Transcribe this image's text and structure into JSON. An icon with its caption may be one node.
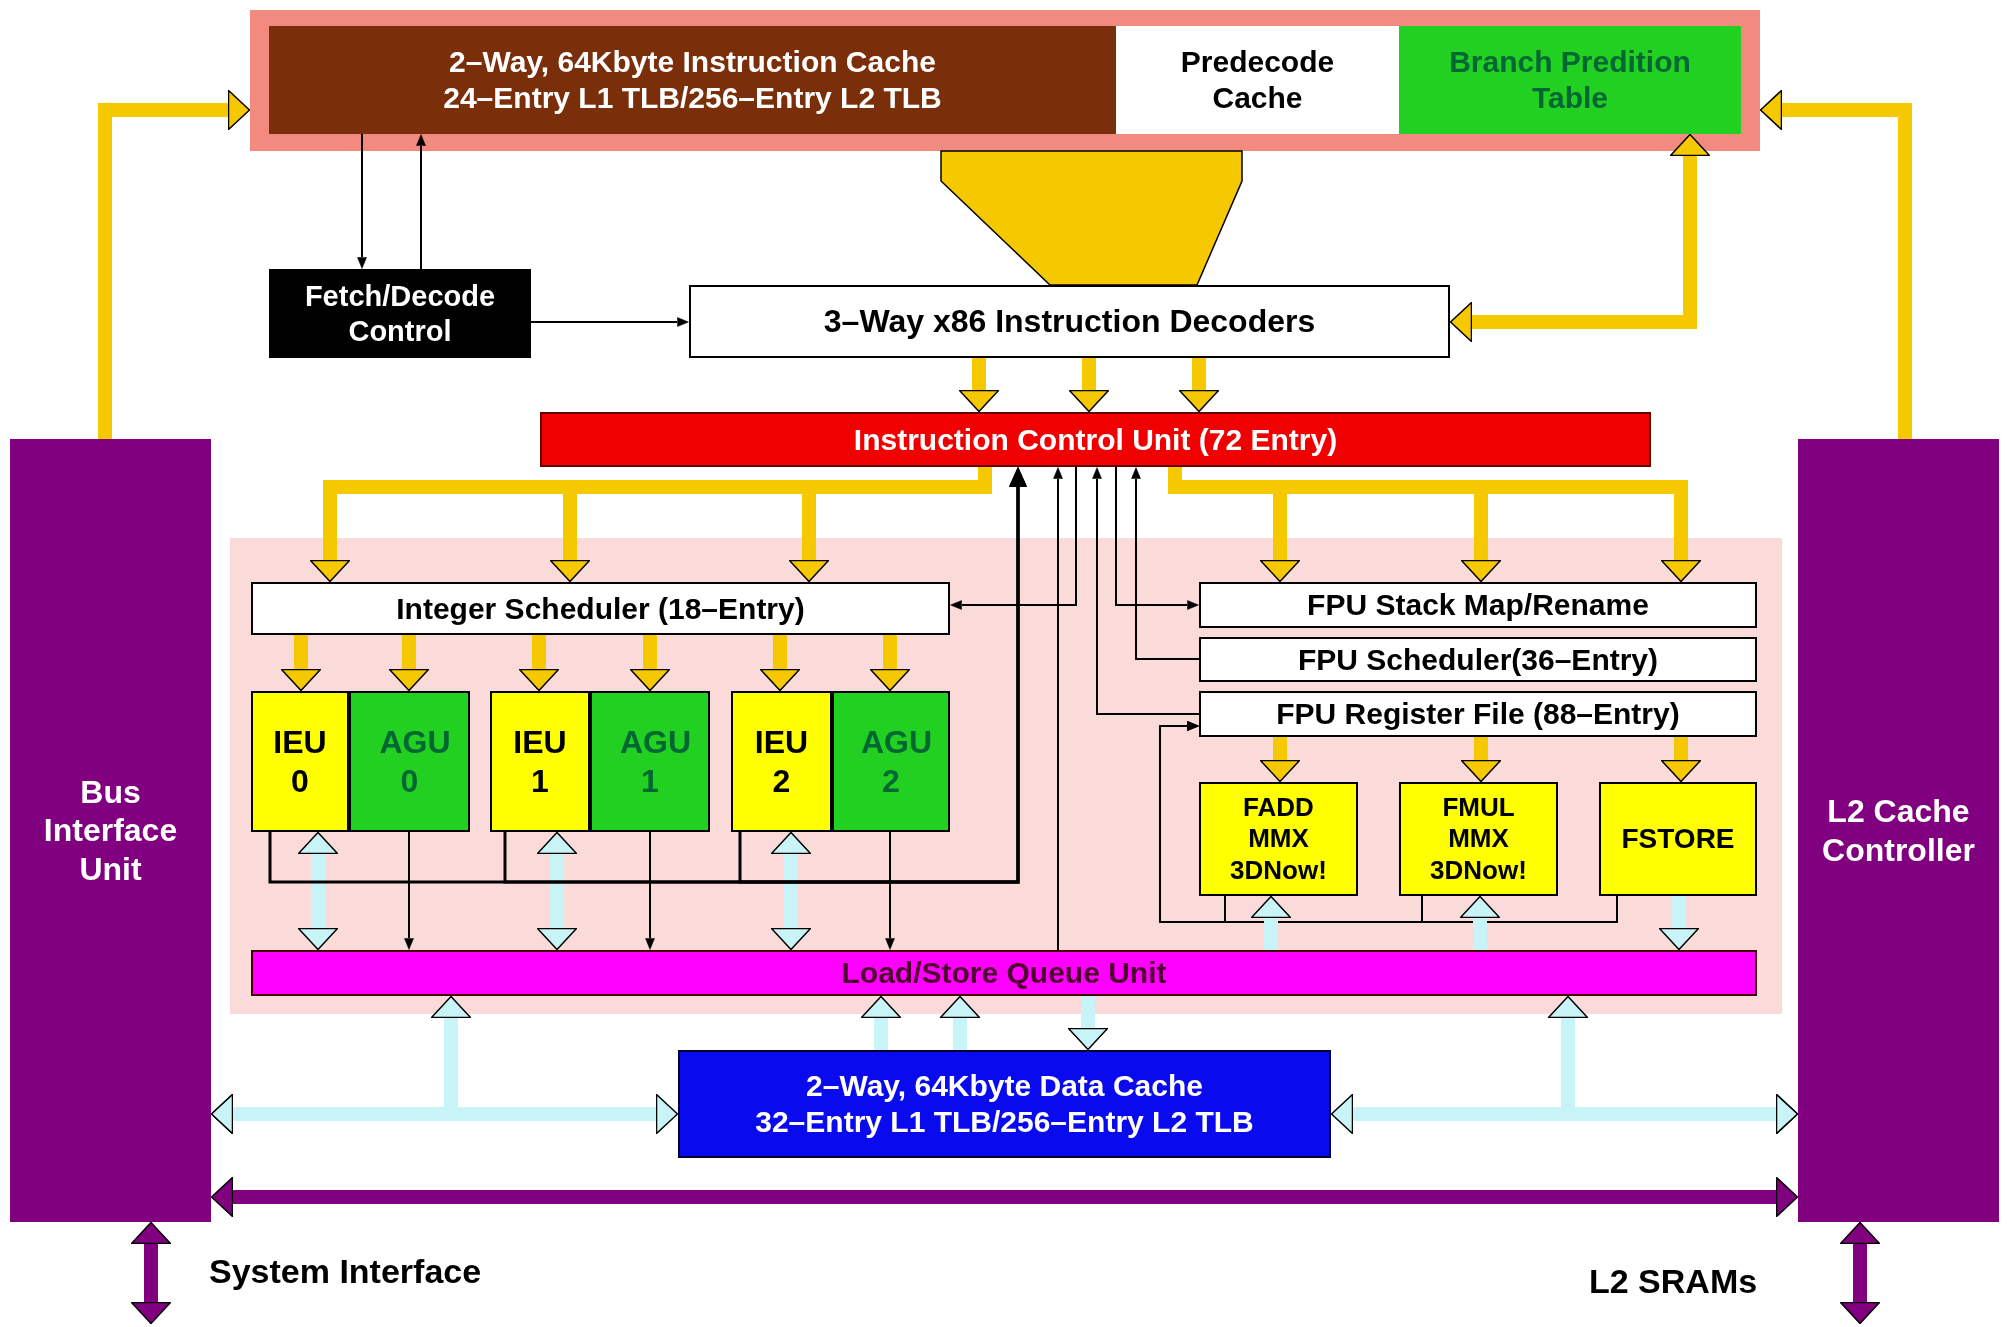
{
  "diagram": {
    "nodes": [
      {
        "text": [],
        "shape": "box"
      },
      {
        "text": [
          "2–Way, 64Kbyte Instruction Cache",
          "24–Entry L1 TLB/256–Entry L2 TLB"
        ],
        "in": 0
      },
      {
        "text": [
          "Predecode Cache"
        ],
        "in": 0
      },
      {
        "text": [
          "Branch Predition Table"
        ],
        "in": 0
      },
      {
        "text": [
          "Fetch/Decode Control"
        ]
      },
      {
        "text": [
          "3–Way x86 Instruction Decoders"
        ]
      },
      {
        "text": [
          "Instruction Control Unit (72 Entry)"
        ]
      },
      {
        "text": [],
        "shape": "box"
      },
      {
        "text": [
          "Integer Scheduler (18–Entry)"
        ],
        "in": 7
      },
      {
        "text": [
          "IEU 0"
        ],
        "in": 7
      },
      {
        "text": [
          "AGU 0"
        ],
        "in": 7
      },
      {
        "text": [
          "IEU 1"
        ],
        "in": 7
      },
      {
        "text": [
          "AGU 1"
        ],
        "in": 7
      },
      {
        "text": [
          "IEU 2"
        ],
        "in": 7
      },
      {
        "text": [
          "AGU 2"
        ],
        "in": 7
      },
      {
        "text": [
          "FPU Stack Map/Rename"
        ],
        "in": 7
      },
      {
        "text": [
          "FPU Scheduler(36–Entry)"
        ],
        "in": 7
      },
      {
        "text": [
          "FPU Register File (88–Entry)"
        ],
        "in": 7
      },
      {
        "text": [
          "FADD MMX 3DNow!"
        ],
        "in": 7
      },
      {
        "text": [
          "FMUL MMX 3DNow!"
        ],
        "in": 7
      },
      {
        "text": [
          "FSTORE"
        ],
        "in": 7
      },
      {
        "text": [
          "Load/Store Queue Unit"
        ],
        "in": 7
      },
      {
        "text": [
          "2–Way, 64Kbyte Data Cache",
          "32–Entry L1 TLB/256–Entry L2 TLB"
        ]
      },
      {
        "text": [
          "Bus Interface Unit"
        ]
      },
      {
        "text": [
          "L2 Cache Controller"
        ]
      }
    ],
    "edges": [
      {
        "from": 23,
        "to": 0,
        "arrow": "to"
      },
      {
        "from": 24,
        "to": 0,
        "arrow": "to"
      },
      {
        "from": 1,
        "to": 4,
        "arrow": "to",
        "color": "#000000"
      },
      {
        "from": 4,
        "to": 1,
        "arrow": "to",
        "color": "#000000"
      },
      {
        "from": 4,
        "to": 5,
        "arrow": "to",
        "color": "#000000"
      },
      {
        "from": 0,
        "to": 5,
        "arrow": "none"
      },
      {
        "from": 3,
        "to": 5,
        "arrow": "both"
      },
      {
        "from": 5,
        "to": 6,
        "arrow": "to"
      },
      {
        "from": 5,
        "to": 6,
        "arrow": "to"
      },
      {
        "from": 5,
        "to": 6,
        "arrow": "to"
      },
      {
        "from": 6,
        "to": 8,
        "arrow": "to"
      },
      {
        "from": 6,
        "to": 8,
        "arrow": "to"
      },
      {
        "from": 6,
        "to": 8,
        "arrow": "to"
      },
      {
        "from": 6,
        "to": 15,
        "arrow": "to"
      },
      {
        "from": 6,
        "to": 15,
        "arrow": "to"
      },
      {
        "from": 6,
        "to": 15,
        "arrow": "to"
      },
      {
        "from": 8,
        "to": 9,
        "arrow": "to"
      },
      {
        "from": 8,
        "to": 10,
        "arrow": "to"
      },
      {
        "from": 8,
        "to": 11,
        "arrow": "to"
      },
      {
        "from": 8,
        "to": 12,
        "arrow": "to"
      },
      {
        "from": 8,
        "to": 13,
        "arrow": "to"
      },
      {
        "from": 8,
        "to": 14,
        "arrow": "to"
      },
      {
        "from": 9,
        "to": 21,
        "arrow": "both",
        "color": "#c8f4f8"
      },
      {
        "from": 11,
        "to": 21,
        "arrow": "both",
        "color": "#c8f4f8"
      },
      {
        "from": 13,
        "to": 21,
        "arrow": "both",
        "color": "#c8f4f8"
      },
      {
        "from": 10,
        "to": 21,
        "arrow": "to",
        "color": "#000000"
      },
      {
        "from": 12,
        "to": 21,
        "arrow": "to",
        "color": "#000000"
      },
      {
        "from": 14,
        "to": 21,
        "arrow": "to",
        "color": "#000000"
      },
      {
        "from": 9,
        "to": 6,
        "arrow": "to",
        "color": "#000000"
      },
      {
        "from": 11,
        "to": 6,
        "arrow": "to",
        "color": "#000000"
      },
      {
        "from": 13,
        "to": 6,
        "arrow": "to",
        "color": "#000000"
      },
      {
        "from": 21,
        "to": 6,
        "arrow": "to",
        "color": "#000000"
      },
      {
        "from": 6,
        "to": 8,
        "arrow": "to",
        "color": "#000000"
      },
      {
        "from": 6,
        "to": 15,
        "arrow": "to",
        "color": "#000000"
      },
      {
        "from": 17,
        "to": 6,
        "arrow": "to",
        "color": "#000000"
      },
      {
        "from": 16,
        "to": 6,
        "arrow": "to",
        "color": "#000000"
      },
      {
        "from": 17,
        "to": 18,
        "arrow": "to"
      },
      {
        "from": 17,
        "to": 19,
        "arrow": "to"
      },
      {
        "from": 17,
        "to": 20,
        "arrow": "to"
      },
      {
        "from": 18,
        "to": 17,
        "arrow": "to",
        "color": "#000000"
      },
      {
        "from": 19,
        "to": 17,
        "arrow": "to",
        "color": "#000000"
      },
      {
        "from": 20,
        "to": 17,
        "arrow": "to",
        "color": "#000000"
      },
      {
        "from": 21,
        "to": 18,
        "arrow": "to",
        "color": "#c8f4f8"
      },
      {
        "from": 21,
        "to": 19,
        "arrow": "to",
        "color": "#c8f4f8"
      },
      {
        "from": 20,
        "to": 21,
        "arrow": "to",
        "color": "#c8f4f8"
      },
      {
        "from": 22,
        "to": 21,
        "arrow": "to",
        "color": "#c8f4f8"
      },
      {
        "from": 22,
        "to": 21,
        "arrow": "to",
        "color": "#c8f4f8"
      },
      {
        "from": 21,
        "to": 22,
        "arrow": "to",
        "color": "#c8f4f8"
      },
      {
        "from": 23,
        "to": 22,
        "arrow": "both",
        "color": "#c8f4f8"
      },
      {
        "from": 23,
        "to": 21,
        "arrow": "both",
        "color": "#c8f4f8"
      },
      {
        "from": 24,
        "to": 22,
        "arrow": "both",
        "color": "#c8f4f8"
      },
      {
        "from": 24,
        "to": 21,
        "arrow": "both",
        "color": "#c8f4f8"
      },
      {
        "from": 23,
        "to": 24,
        "arrow": "both",
        "color": "#800080"
      },
      {
        "from": 23,
        "to": null,
        "arrow": "both",
        "label": "System Interface",
        "color": "#800080"
      },
      {
        "from": 24,
        "to": null,
        "arrow": "both",
        "label": "L2 SRAMs",
        "color": "#800080"
      }
    ]
  }
}
